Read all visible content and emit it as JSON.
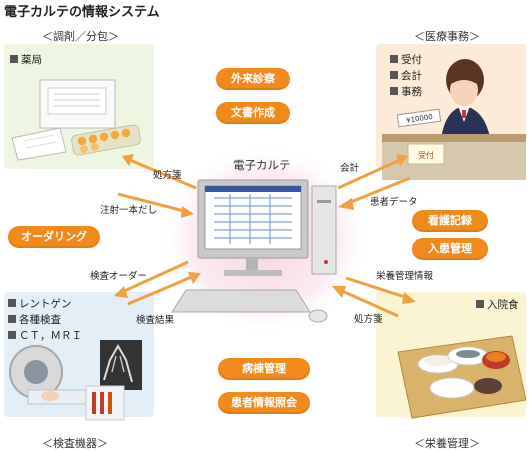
{
  "title": "電子カルテの情報システム",
  "center_label": "電子カルテ",
  "panels": {
    "top_left": {
      "caption": "＜調剤／分包＞",
      "items": [
        "薬局"
      ]
    },
    "top_right": {
      "caption": "＜医療事務＞",
      "items": [
        "受付",
        "会計",
        "事務"
      ]
    },
    "bottom_left": {
      "caption": "＜検査機器＞",
      "items": [
        "レントゲン",
        "各種検査",
        "ＣＴ，ＭＲＩ"
      ]
    },
    "bottom_right": {
      "caption": "＜栄養管理＞",
      "items": [
        "入院食"
      ]
    }
  },
  "pills": {
    "gairai": "外来診察",
    "bunsho": "文書作成",
    "ordering": "オーダリング",
    "kango": "看護記録",
    "nyuin": "入患管理",
    "byoto": "病棟管理",
    "kanja_info": "患者情報照会"
  },
  "flows": {
    "shohosen_left": "処方箋",
    "chusha": "注射一本だし",
    "kensa_order": "検査オーダー",
    "kensa_kekka": "検査結果",
    "kaikei": "会計",
    "kanja_data": "患者データ",
    "eiyo_info": "栄養管理情報",
    "shohosen_right": "処方箋"
  },
  "receipt_text": "¥10000",
  "card_text": "受付",
  "colors": {
    "pill": "#f08a1c",
    "arrow": "#f0a040",
    "panel_green": "#eef5e2",
    "panel_orange": "#fcebd8",
    "panel_blue": "#e4eef7",
    "panel_yellow": "#fbf4d3",
    "center_glow": "#f6cfe0"
  }
}
